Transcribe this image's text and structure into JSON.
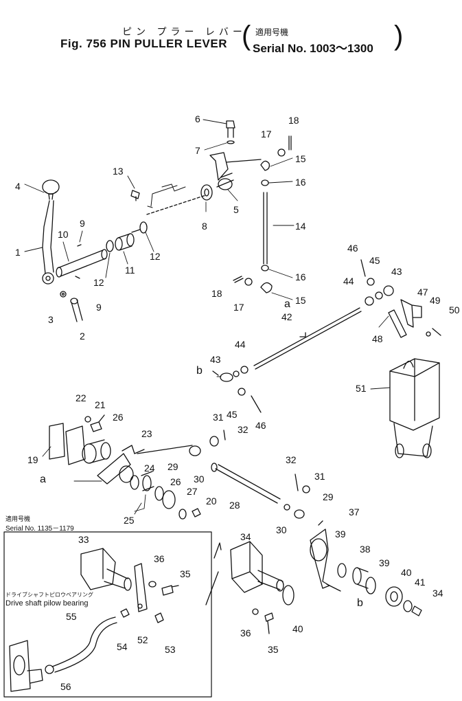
{
  "header": {
    "title_jp": "ピン プラー レバー",
    "title_en": "Fig. 756 PIN PULLER LEVER",
    "serial_jp": "適用号機",
    "serial_en": "Serial No. 1003～1300"
  },
  "inset": {
    "serial_jp": "適用号機",
    "serial_en": "Serial No. 1135－1179",
    "pillow_jp": "ドライブシャフトピロウベアリング",
    "pillow_en": "Drive shaft pilow bearing"
  },
  "callouts": [
    {
      "id": "c1",
      "text": "1"
    },
    {
      "id": "c2",
      "text": "2"
    },
    {
      "id": "c3",
      "text": "3"
    },
    {
      "id": "c4",
      "text": "4"
    },
    {
      "id": "c5",
      "text": "5"
    },
    {
      "id": "c6",
      "text": "6"
    },
    {
      "id": "c7",
      "text": "7"
    },
    {
      "id": "c8",
      "text": "8"
    },
    {
      "id": "c9a",
      "text": "9"
    },
    {
      "id": "c9b",
      "text": "9"
    },
    {
      "id": "c10",
      "text": "10"
    },
    {
      "id": "c11",
      "text": "11"
    },
    {
      "id": "c12a",
      "text": "12"
    },
    {
      "id": "c12b",
      "text": "12"
    },
    {
      "id": "c13",
      "text": "13"
    },
    {
      "id": "c14",
      "text": "14"
    },
    {
      "id": "c15a",
      "text": "15"
    },
    {
      "id": "c15b",
      "text": "15"
    },
    {
      "id": "c16a",
      "text": "16"
    },
    {
      "id": "c16b",
      "text": "16"
    },
    {
      "id": "c17a",
      "text": "17"
    },
    {
      "id": "c17b",
      "text": "17"
    },
    {
      "id": "c18a",
      "text": "18"
    },
    {
      "id": "c18b",
      "text": "18"
    },
    {
      "id": "c19",
      "text": "19"
    },
    {
      "id": "c20",
      "text": "20"
    },
    {
      "id": "c21",
      "text": "21"
    },
    {
      "id": "c22",
      "text": "22"
    },
    {
      "id": "c23",
      "text": "23"
    },
    {
      "id": "c24",
      "text": "24"
    },
    {
      "id": "c25",
      "text": "25"
    },
    {
      "id": "c26a",
      "text": "26"
    },
    {
      "id": "c26b",
      "text": "26"
    },
    {
      "id": "c27",
      "text": "27"
    },
    {
      "id": "c28",
      "text": "28"
    },
    {
      "id": "c29a",
      "text": "29"
    },
    {
      "id": "c29b",
      "text": "29"
    },
    {
      "id": "c30a",
      "text": "30"
    },
    {
      "id": "c30b",
      "text": "30"
    },
    {
      "id": "c31a",
      "text": "31"
    },
    {
      "id": "c31b",
      "text": "31"
    },
    {
      "id": "c32a",
      "text": "32"
    },
    {
      "id": "c32b",
      "text": "32"
    },
    {
      "id": "c33",
      "text": "33"
    },
    {
      "id": "c34a",
      "text": "34"
    },
    {
      "id": "c34b",
      "text": "34"
    },
    {
      "id": "c35a",
      "text": "35"
    },
    {
      "id": "c35b",
      "text": "35"
    },
    {
      "id": "c36a",
      "text": "36"
    },
    {
      "id": "c36b",
      "text": "36"
    },
    {
      "id": "c37",
      "text": "37"
    },
    {
      "id": "c38",
      "text": "38"
    },
    {
      "id": "c39a",
      "text": "39"
    },
    {
      "id": "c39b",
      "text": "39"
    },
    {
      "id": "c40a",
      "text": "40"
    },
    {
      "id": "c40b",
      "text": "40"
    },
    {
      "id": "c41",
      "text": "41"
    },
    {
      "id": "c42",
      "text": "42"
    },
    {
      "id": "c43a",
      "text": "43"
    },
    {
      "id": "c43b",
      "text": "43"
    },
    {
      "id": "c44a",
      "text": "44"
    },
    {
      "id": "c44b",
      "text": "44"
    },
    {
      "id": "c45a",
      "text": "45"
    },
    {
      "id": "c45b",
      "text": "45"
    },
    {
      "id": "c46a",
      "text": "46"
    },
    {
      "id": "c46b",
      "text": "46"
    },
    {
      "id": "c47",
      "text": "47"
    },
    {
      "id": "c48",
      "text": "48"
    },
    {
      "id": "c49",
      "text": "49"
    },
    {
      "id": "c50",
      "text": "50"
    },
    {
      "id": "c51",
      "text": "51"
    },
    {
      "id": "c52",
      "text": "52"
    },
    {
      "id": "c53",
      "text": "53"
    },
    {
      "id": "c54",
      "text": "54"
    },
    {
      "id": "c55",
      "text": "55"
    },
    {
      "id": "c56",
      "text": "56"
    },
    {
      "id": "ref_a1",
      "text": "a"
    },
    {
      "id": "ref_a2",
      "text": "a"
    },
    {
      "id": "ref_b1",
      "text": "b"
    },
    {
      "id": "ref_b2",
      "text": "b"
    }
  ]
}
